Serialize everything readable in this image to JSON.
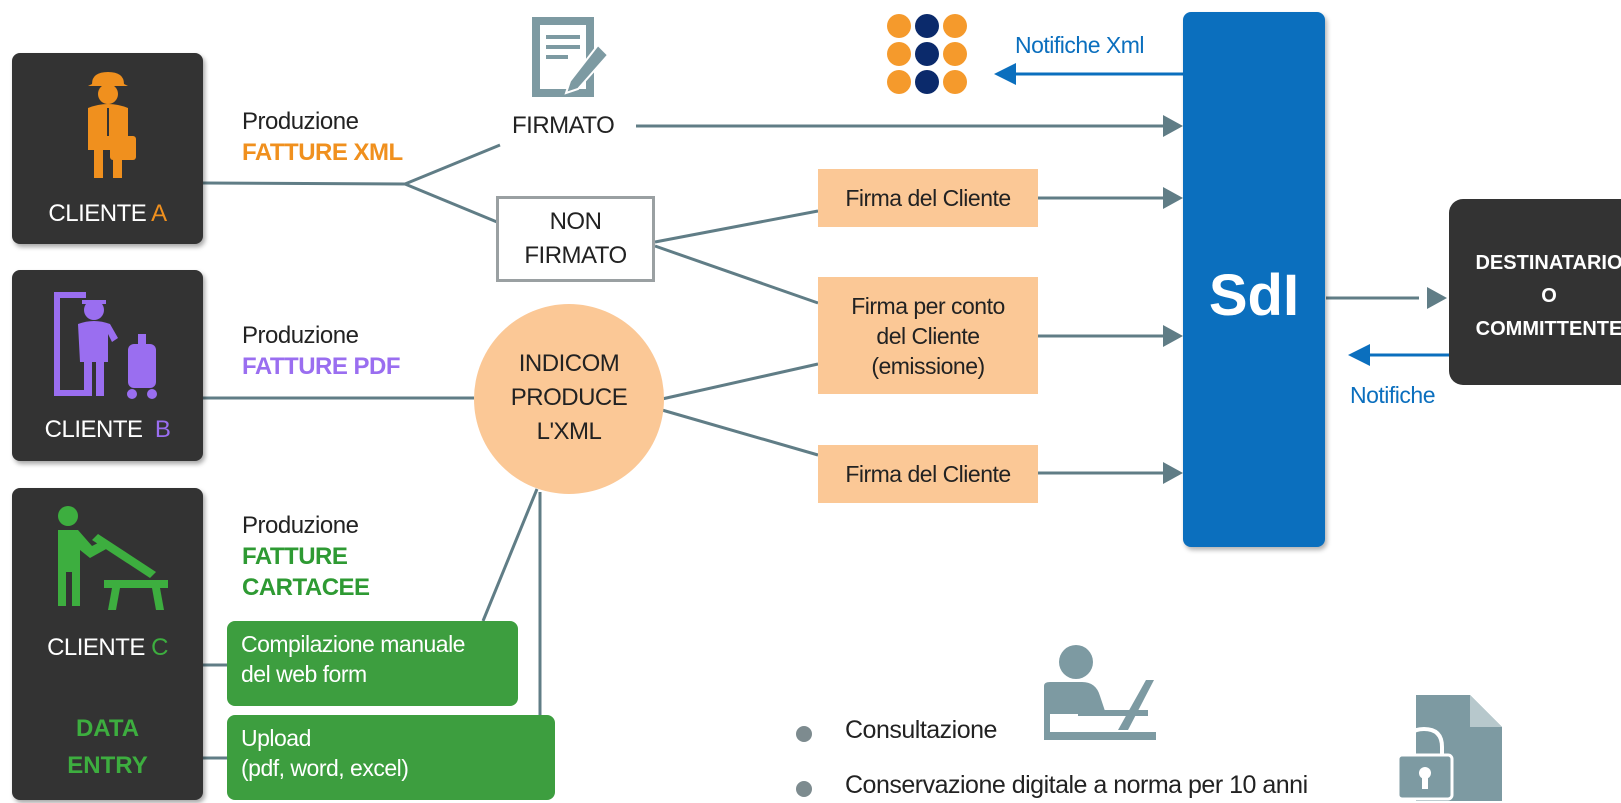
{
  "clients": [
    {
      "name": "CLIENTE",
      "letter": "A",
      "color": "#f0901e"
    },
    {
      "name": "CLIENTE",
      "letter": "B",
      "color": "#9a6ef0"
    },
    {
      "name": "CLIENTE",
      "letter": "C",
      "color": "#3dae3f"
    }
  ],
  "data_entry": {
    "line1": "DATA",
    "line2": "ENTRY"
  },
  "production": [
    {
      "label": "Produzione",
      "type": "FATTURE XML",
      "color": "#f0901e"
    },
    {
      "label": "Produzione",
      "type": "FATTURE PDF",
      "color": "#9a6ef0"
    },
    {
      "label": "Produzione",
      "type_line1": "FATTURE",
      "type_line2": "CARTACEE",
      "color": "#2e9a33"
    }
  ],
  "firmato": "FIRMATO",
  "non_firmato": {
    "line1": "NON",
    "line2": "FIRMATO"
  },
  "indicom": {
    "line1": "INDICOM",
    "line2": "PRODUCE",
    "line3": "L'XML"
  },
  "green_boxes": {
    "manual": {
      "line1": "Compilazione manuale",
      "line2": "del web form"
    },
    "upload": {
      "line1": "Upload",
      "line2": "(pdf, word, excel)"
    }
  },
  "orange_boxes": {
    "firma1": "Firma del Cliente",
    "firma_conto": {
      "line1": "Firma per conto",
      "line2": "del Cliente",
      "line3": "(emissione)"
    },
    "firma2": "Firma del Cliente"
  },
  "sdi": "SdI",
  "destinatario": {
    "line1": "DESTINATARIO",
    "line2": "O",
    "line3": "COMMITTENTE"
  },
  "notifiche_xml": "Notifiche Xml",
  "notifiche": "Notifiche",
  "bullets": [
    "Consultazione",
    "Conservazione digitale a norma per 10 anni"
  ],
  "icons": [
    "worker-icon",
    "traveler-icon",
    "carpenter-icon",
    "signed-document-icon",
    "indicom-logo-icon",
    "user-laptop-icon",
    "locked-file-icon"
  ],
  "colors": {
    "sdi_blue": "#0b6fbe",
    "connector": "#607d86",
    "orange_box": "#fbc896",
    "green": "#3d9e3f",
    "dark_box": "#333333"
  }
}
